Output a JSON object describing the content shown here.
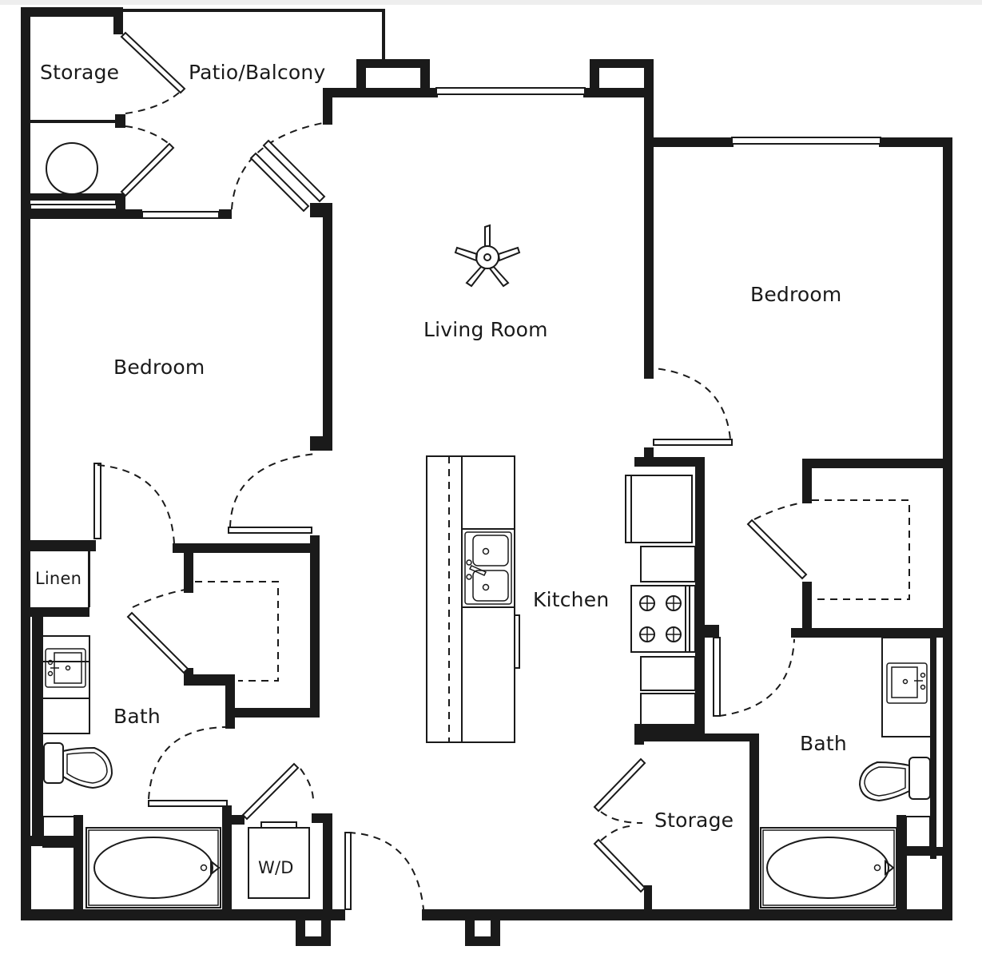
{
  "floorplan": {
    "colors": {
      "wall": "#1a1a1a",
      "background": "#ffffff"
    },
    "rooms": {
      "storage_top": "Storage",
      "patio": "Patio/Balcony",
      "bedroom_left": "Bedroom",
      "living_room": "Living Room",
      "bedroom_right": "Bedroom",
      "kitchen": "Kitchen",
      "linen": "Linen",
      "bath_left": "Bath",
      "bath_right": "Bath",
      "storage_bottom": "Storage",
      "washer_dryer": "W/D"
    },
    "fixtures": [
      "ceiling-fan",
      "water-heater",
      "island-double-sink",
      "refrigerator",
      "range-4-burner",
      "dishwasher",
      "vanity-sink-left",
      "toilet-left",
      "bathtub-left",
      "vanity-sink-right",
      "toilet-right",
      "bathtub-right",
      "washer-dryer"
    ]
  }
}
